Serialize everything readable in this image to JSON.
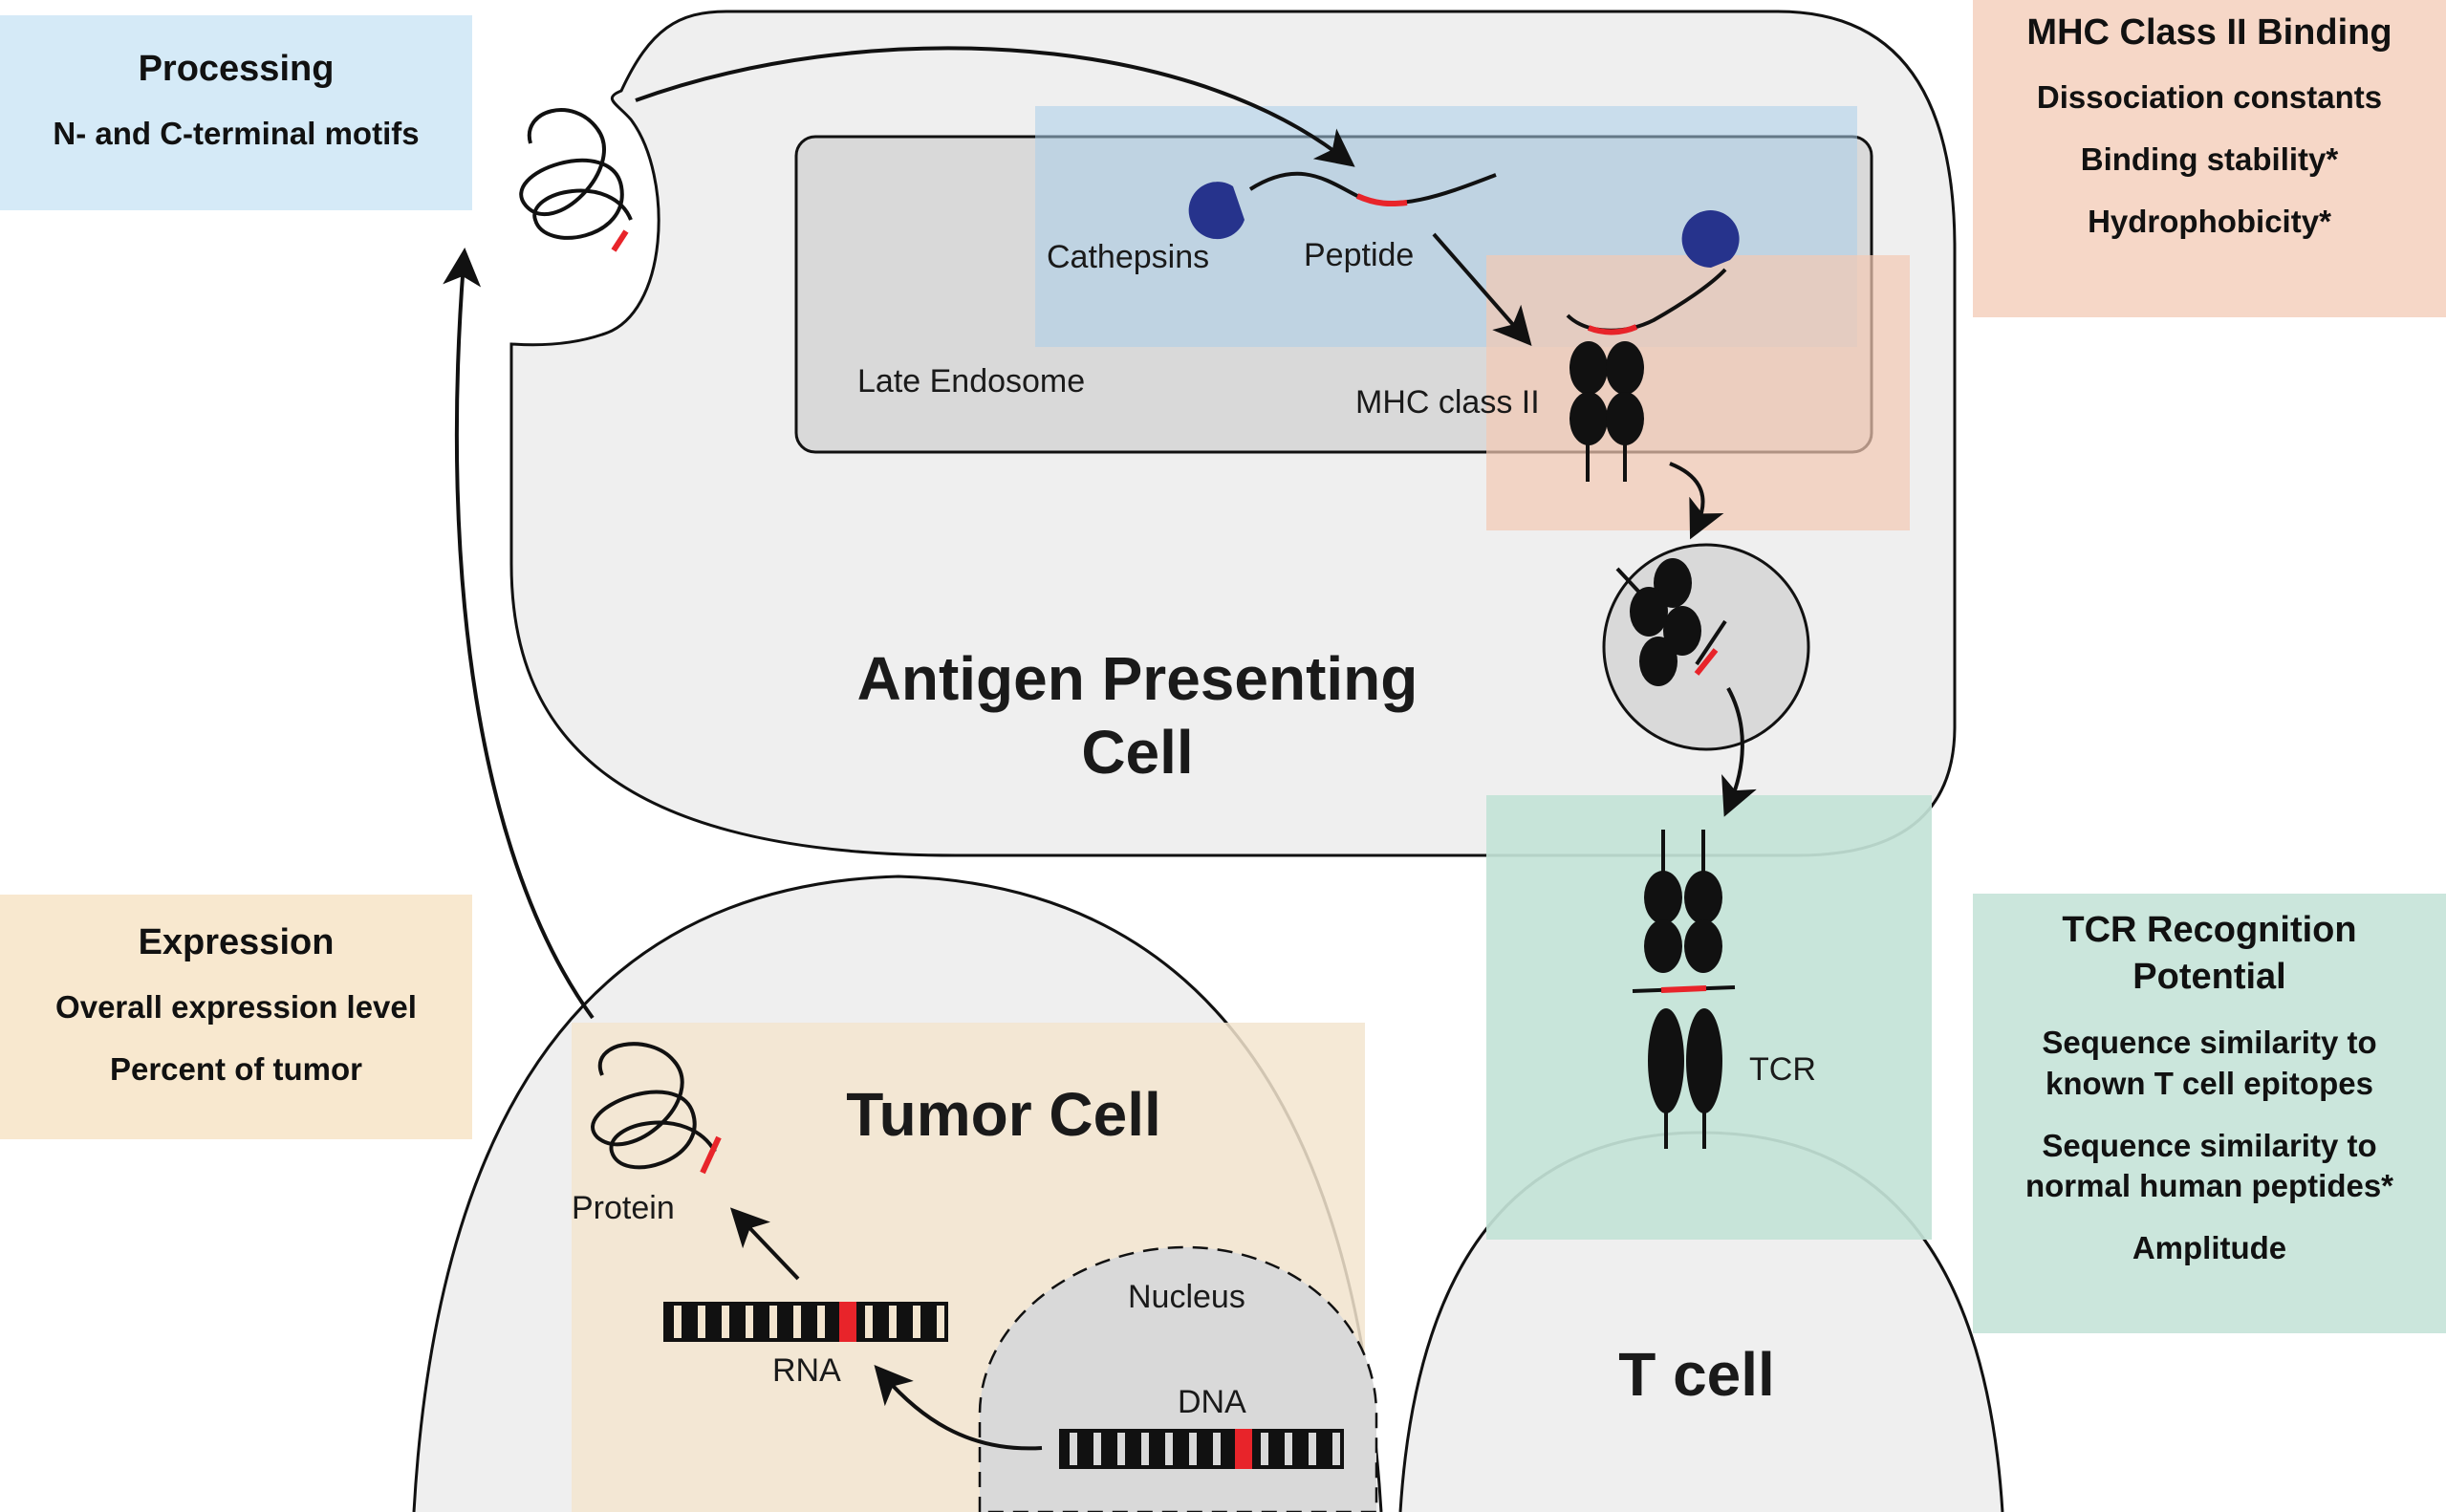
{
  "colors": {
    "cell_fill": "#efefef",
    "endosome_fill": "#d9d9d9",
    "processing_bg": "#d5eaf7",
    "mhc_bg": "#f6d7c7",
    "expression_bg": "#f8e8cf",
    "tcr_bg": "#cbe6dc",
    "epitope_red": "#e8242a",
    "cathepsin_blue": "#26338c"
  },
  "boxes": {
    "processing": {
      "title": "Processing",
      "items": [
        "N- and C-terminal motifs"
      ]
    },
    "mhc_binding": {
      "title": "MHC Class II Binding",
      "items": [
        "Dissociation constants",
        "Binding stability*",
        "Hydrophobicity*"
      ]
    },
    "expression": {
      "title": "Expression",
      "items": [
        "Overall expression level",
        "Percent of tumor"
      ]
    },
    "tcr_recognition": {
      "title": "TCR Recognition Potential",
      "items": [
        "Sequence similarity to known T cell epitopes",
        "Sequence similarity to normal human peptides*",
        "Amplitude"
      ]
    }
  },
  "cells": {
    "apc": "Antigen Presenting Cell",
    "tumor": "Tumor Cell",
    "t_cell": "T cell"
  },
  "labels": {
    "late_endosome": "Late Endosome",
    "cathepsins": "Cathepsins",
    "peptide": "Peptide",
    "mhc_class_ii": "MHC class II",
    "tcr": "TCR",
    "protein": "Protein",
    "rna": "RNA",
    "nucleus": "Nucleus",
    "dna": "DNA"
  }
}
